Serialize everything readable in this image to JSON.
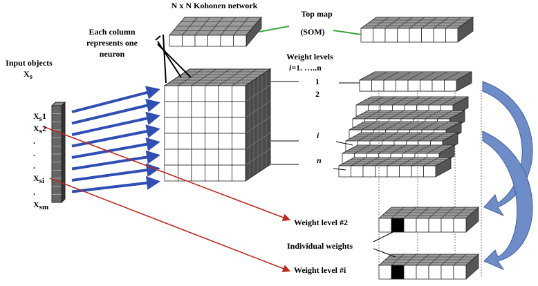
{
  "title": "N x N Kohonen network",
  "top_map": {
    "line1": "Top map",
    "line2": "(SOM)"
  },
  "column_note": {
    "line1": "Each column",
    "line2": "represents one",
    "line3": "neuron"
  },
  "input_objects": {
    "line1": "Input objects",
    "symbol": "X",
    "sub": "s"
  },
  "input_vector": [
    {
      "base": "X",
      "sub": "s",
      "tail": "1"
    },
    {
      "base": "X",
      "sub": "s",
      "tail": "2"
    },
    {
      "base": ".",
      "sub": "",
      "tail": ""
    },
    {
      "base": ".",
      "sub": "",
      "tail": ""
    },
    {
      "base": ".",
      "sub": "",
      "tail": ""
    },
    {
      "base": "X",
      "sub": "si",
      "tail": ""
    },
    {
      "base": ".",
      "sub": "",
      "tail": ""
    },
    {
      "base": "X",
      "sub": "sm",
      "tail": ""
    }
  ],
  "weight_levels": {
    "line1": "Weight levels",
    "var": "i",
    "range": "=1. …..n"
  },
  "level_markers": [
    "1",
    "2",
    "i",
    "n"
  ],
  "weight_level_2": "Weight level #2",
  "individual_weights": "Individual weights",
  "weight_level_i": "Weight level #i",
  "colors": {
    "blue_arrow": "#2f4fb5",
    "red_arrow": "#c0271e",
    "green_line": "#3aa53a",
    "curve_fill": "#6e8dc8",
    "curve_stroke": "#3e5e9f"
  }
}
